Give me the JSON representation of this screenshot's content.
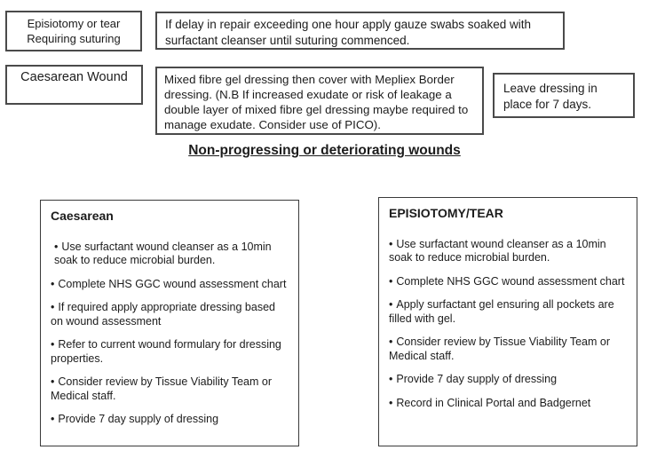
{
  "glyphs": {
    "bullet": "•"
  },
  "top_flow": {
    "episiotomy_label": {
      "line1": "Episiotomy or tear",
      "line2": "Requiring suturing"
    },
    "episiotomy_instruction": "If delay in repair exceeding one hour apply gauze swabs soaked with surfactant cleanser until suturing commenced.",
    "caesarean_label": "Caesarean Wound",
    "caesarean_instruction": "Mixed fibre gel dressing then cover with Mepliex Border dressing. (N.B If increased exudate or risk of leakage a double layer of mixed fibre gel dressing maybe required to manage exudate. Consider use of PICO).",
    "dressing_duration_note": "Leave dressing in place for 7 days."
  },
  "section_heading": "Non-progressing or deteriorating wounds",
  "caesarean_box": {
    "title": "Caesarean",
    "items": [
      "Use surfactant wound cleanser as a 10min soak to reduce microbial burden.",
      "Complete NHS GGC wound assessment chart",
      "If required apply appropriate dressing based on wound assessment",
      "Refer to current wound formulary for dressing properties.",
      "Consider review by Tissue Viability Team or Medical staff.",
      "Provide 7 day supply of dressing"
    ]
  },
  "episiotomy_box": {
    "title": "EPISIOTOMY/TEAR",
    "items": [
      "Use surfactant wound cleanser as a 10min soak to reduce microbial burden.",
      "Complete NHS GGC wound assessment chart",
      "Apply surfactant gel ensuring all pockets are filled with gel.",
      "Consider review by Tissue Viability Team or Medical staff.",
      "Provide 7 day supply of dressing",
      "Record in Clinical Portal and Badgernet"
    ]
  }
}
